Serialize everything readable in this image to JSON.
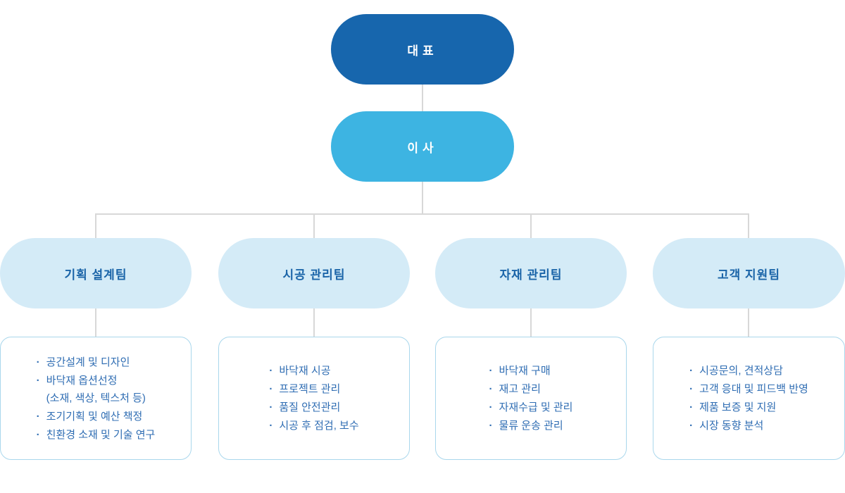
{
  "chart": {
    "ceo": {
      "label": "대표"
    },
    "director": {
      "label": "이사"
    }
  },
  "teams": [
    {
      "label": "기획 설계팀",
      "items": [
        {
          "text": "공간설계 및 디자인",
          "bullet": true
        },
        {
          "text": "바닥재 옵션선정",
          "bullet": true
        },
        {
          "text": "(소재, 색상, 텍스처 등)",
          "bullet": false
        },
        {
          "text": "조기기획 및 예산 책정",
          "bullet": true
        },
        {
          "text": "친환경 소재 및 기술 연구",
          "bullet": true
        }
      ]
    },
    {
      "label": "시공 관리팀",
      "items": [
        {
          "text": "바닥재 시공",
          "bullet": true
        },
        {
          "text": "프로젝트 관리",
          "bullet": true
        },
        {
          "text": "품질 안전관리",
          "bullet": true
        },
        {
          "text": "시공 후 점검, 보수",
          "bullet": true
        }
      ]
    },
    {
      "label": "자재 관리팀",
      "items": [
        {
          "text": "바닥재 구매",
          "bullet": true
        },
        {
          "text": "재고 관리",
          "bullet": true
        },
        {
          "text": "자재수급 및 관리",
          "bullet": true
        },
        {
          "text": "물류 운송 관리",
          "bullet": true
        }
      ]
    },
    {
      "label": "고객 지원팀",
      "items": [
        {
          "text": "시공문의, 견적상담",
          "bullet": true
        },
        {
          "text": "고객 응대 및 피드백 반영",
          "bullet": true
        },
        {
          "text": "제품 보증 및 지원",
          "bullet": true
        },
        {
          "text": "시장 동향 분석",
          "bullet": true
        }
      ]
    }
  ],
  "colors": {
    "ceo-bg": "#1766ad",
    "director-bg": "#3db4e2",
    "team-bg": "#d4ebf7",
    "team-text": "#1a64a8",
    "duty-text": "#2f6db3",
    "line": "#d8d8d8",
    "box-border": "#a9d7ec"
  }
}
